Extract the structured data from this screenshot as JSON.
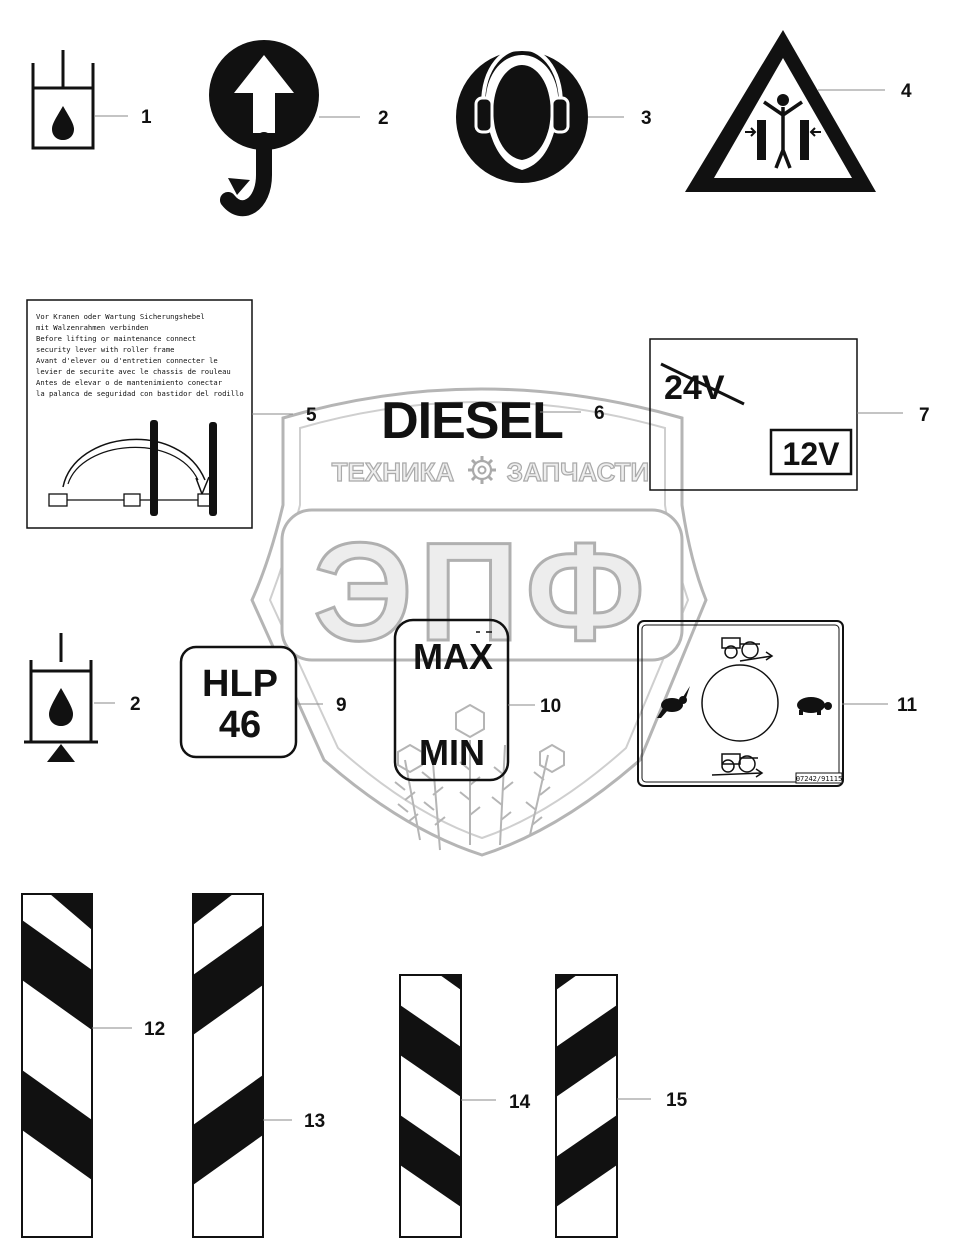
{
  "callouts": {
    "c1": "1",
    "c2a": "2",
    "c3": "3",
    "c4": "4",
    "c5": "5",
    "c6": "6",
    "c7": "7",
    "c2b": "2",
    "c9": "9",
    "c10": "10",
    "c11": "11",
    "c12": "12",
    "c13": "13",
    "c14": "14",
    "c15": "15"
  },
  "decal_7": {
    "crossed_voltage": "24V",
    "voltage": "12V"
  },
  "decal_9": {
    "line1": "HLP",
    "line2": "46"
  },
  "decal_10": {
    "top": "MAX",
    "bottom": "MIN"
  },
  "decal_11": {
    "code": "07242/91115"
  },
  "decal_5": {
    "lines": [
      "Vor Kranen oder Wartung Sicherungshebel",
      "mit Walzenrahmen verbinden",
      "Before lifting or maintenance connect",
      "security lever with roller frame",
      "Avant d'elever ou d'entretien connecter le",
      "levier de securite avec le chassis de rouleau",
      "Antes de elevar o de mantenimiento conectar",
      "la palanca de seguridad con bastidor del rodillo"
    ]
  },
  "watermark": {
    "brand": "DIESEL",
    "left_word": "ТЕХНИКА",
    "right_word": "ЗАПЧАСТИ",
    "letters": "ЭПФ",
    "fill_color": "#d9d9d9",
    "stroke_color": "#9a9a9a"
  },
  "colors": {
    "ink": "#111111",
    "leader": "#888888"
  }
}
